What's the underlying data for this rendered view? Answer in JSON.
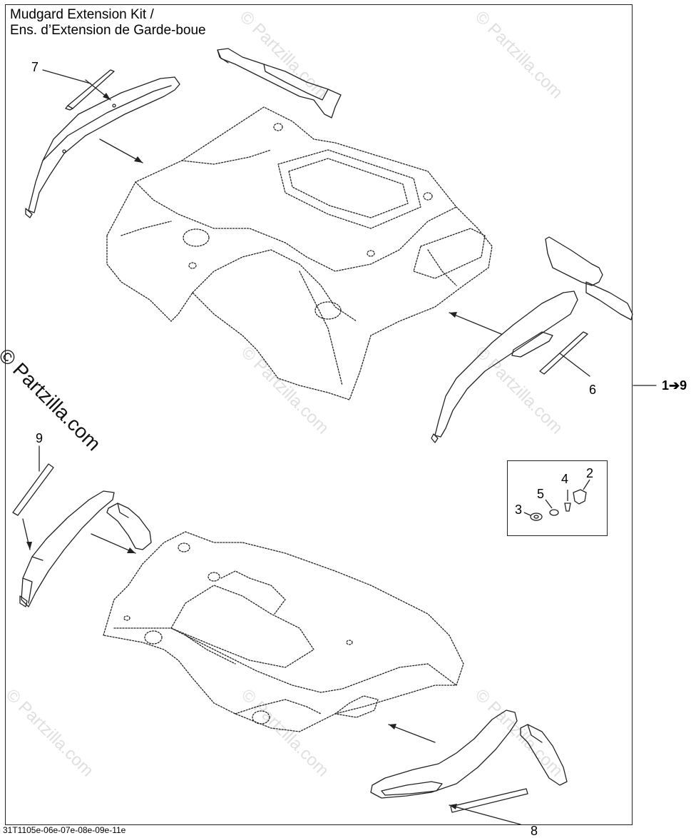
{
  "title": {
    "line1": "Mudgard Extension Kit /",
    "line2": "Ens. d’Extension de Garde-boue"
  },
  "callouts": {
    "c7": "7",
    "c6": "6",
    "c9": "9",
    "c8": "8",
    "c2": "2",
    "c3": "3",
    "c4": "4",
    "c5": "5"
  },
  "range_label": "1➔9",
  "reference_code": "31T1105e-06e-07e-08e-09e-11e",
  "watermark": {
    "main": "© Partzilla.com",
    "faint": "© Partzilla.com"
  }
}
